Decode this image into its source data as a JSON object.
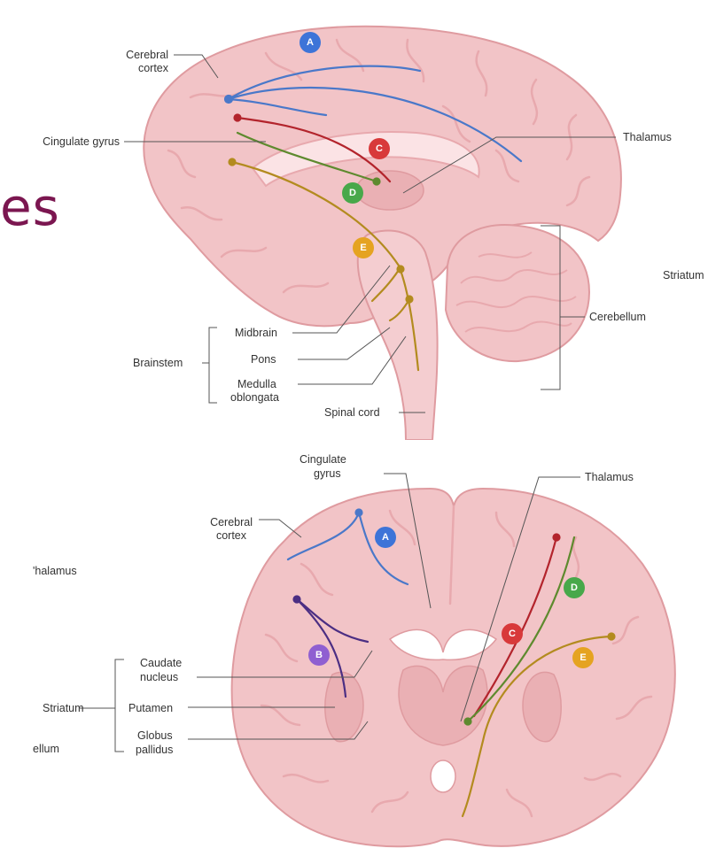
{
  "title_fragment": "es",
  "colors": {
    "brain_fill": "#f2c4c7",
    "brain_fold": "#e8a9ae",
    "brain_edge": "#df9ba0",
    "pathway_A": "#4a78c9",
    "pathway_B": "#4b2e83",
    "pathway_C": "#b3242c",
    "pathway_D": "#5e8a2e",
    "pathway_E": "#b38b1f",
    "badge_A": "#3d74d8",
    "badge_B": "#8f5fd1",
    "badge_C": "#d8393a",
    "badge_D": "#48a84a",
    "badge_E": "#e5a321"
  },
  "sagittal": {
    "labels": {
      "cerebral_cortex_1": "Cerebral",
      "cerebral_cortex_2": "cortex",
      "cingulate_gyrus": "Cingulate gyrus",
      "thalamus": "Thalamus",
      "striatum_cut": "Striatum",
      "cerebellum": "Cerebellum",
      "midbrain": "Midbrain",
      "pons": "Pons",
      "medulla_1": "Medulla",
      "medulla_2": "oblongata",
      "brainstem": "Brainstem",
      "spinal_cord": "Spinal cord"
    },
    "badges": {
      "A": "A",
      "C": "C",
      "D": "D",
      "E": "E"
    }
  },
  "coronal": {
    "labels": {
      "cingulate_1": "Cingulate",
      "cingulate_2": "gyrus",
      "thalamus": "Thalamus",
      "thalamus_cut": "'halamus",
      "cerebral_cortex_1": "Cerebral",
      "cerebral_cortex_2": "cortex",
      "caudate_1": "Caudate",
      "caudate_2": "nucleus",
      "striatum": "Striatum",
      "putamen": "Putamen",
      "globus_1": "Globus",
      "globus_2": "pallidus",
      "cerebellum_cut": "ellum"
    },
    "badges": {
      "A": "A",
      "B": "B",
      "C": "C",
      "D": "D",
      "E": "E"
    }
  }
}
